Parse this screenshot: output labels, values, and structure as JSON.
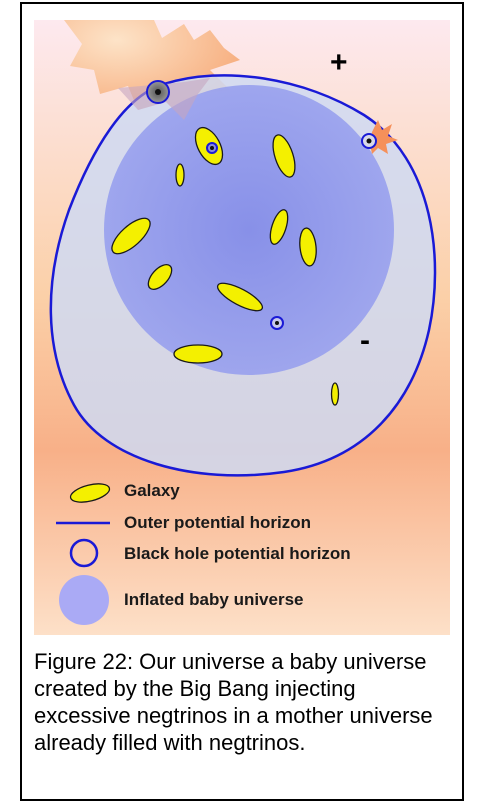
{
  "diagram": {
    "signs": {
      "plus": "+",
      "minus": "-"
    },
    "legend": [
      {
        "icon": "galaxy-ellipse-icon",
        "label": "Galaxy"
      },
      {
        "icon": "outer-horizon-line-icon",
        "label": "Outer potential horizon"
      },
      {
        "icon": "black-hole-ring-icon",
        "label": "Black hole potential horizon"
      },
      {
        "icon": "inflated-universe-disc-icon",
        "label": "Inflated baby universe"
      }
    ],
    "colors": {
      "background_top": "#fde9ef",
      "background_bottom": "#f7a67c",
      "galaxy": "#f4f000",
      "horizon": "#1a1ad6",
      "outer_universe": "#cfd9f2",
      "inflated_universe": "#8e98ee",
      "legend_disc": "#aaaaf5",
      "starburst": "#f7b27a"
    }
  },
  "caption": {
    "text": "Figure 22: Our universe a baby universe created by the Big Bang injecting excessive negtrinos in a mother universe already filled with negtrinos."
  }
}
